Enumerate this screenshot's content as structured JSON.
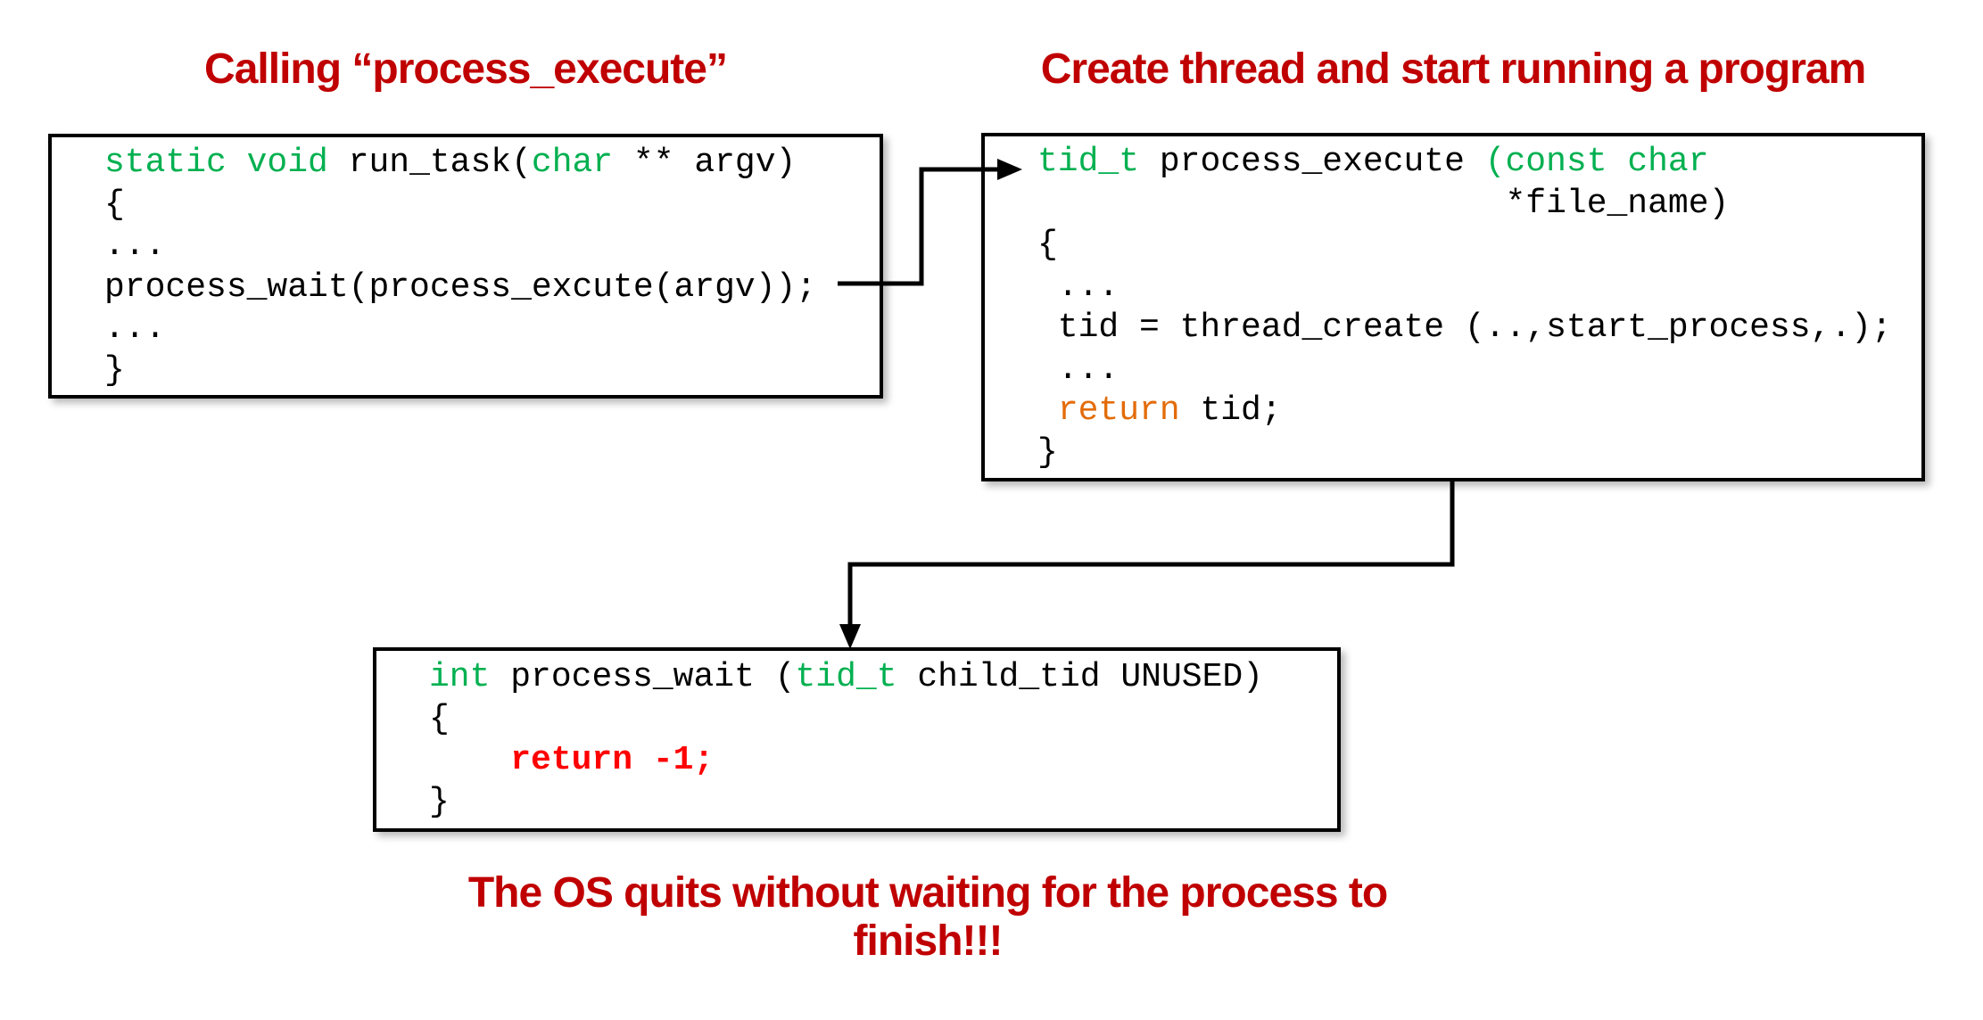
{
  "colors": {
    "k": "#000000",
    "green": "#00B050",
    "orange": "#E36C0A",
    "red": "#FF0000",
    "title": "#C00000",
    "arrow": "#000000"
  },
  "left_panel": {
    "title": "Calling “process_execute”",
    "code": [
      [
        {
          "t": "static void ",
          "c": "green"
        },
        {
          "t": "run_task(",
          "c": "k"
        },
        {
          "t": "char",
          "c": "green"
        },
        {
          "t": " ** argv)",
          "c": "k"
        }
      ],
      [
        {
          "t": "{",
          "c": "k"
        }
      ],
      [
        {
          "t": "...",
          "c": "k"
        }
      ],
      [
        {
          "t": "process_wait(process_excute(argv));",
          "c": "k"
        }
      ],
      [
        {
          "t": "...",
          "c": "k"
        }
      ],
      [
        {
          "t": "}",
          "c": "k"
        }
      ]
    ]
  },
  "right_panel": {
    "title": "Create thread and start running a program",
    "code": [
      [
        {
          "t": "tid_t",
          "c": "green"
        },
        {
          "t": " process_execute ",
          "c": "k"
        },
        {
          "t": "(const char",
          "c": "green"
        }
      ],
      [
        {
          "t": "                       *file_name)",
          "c": "k"
        }
      ],
      [
        {
          "t": "{",
          "c": "k"
        }
      ],
      [
        {
          "t": " ...",
          "c": "k"
        }
      ],
      [
        {
          "t": " tid = thread_create (..,start_process,.);",
          "c": "k"
        }
      ],
      [
        {
          "t": " ...",
          "c": "k"
        }
      ],
      [
        {
          "t": " ",
          "c": "k"
        },
        {
          "t": "return",
          "c": "orange"
        },
        {
          "t": " tid;",
          "c": "k"
        }
      ],
      [
        {
          "t": "}",
          "c": "k"
        }
      ]
    ]
  },
  "bottom_panel": {
    "code": [
      [
        {
          "t": "int",
          "c": "green"
        },
        {
          "t": " process_wait (",
          "c": "k"
        },
        {
          "t": "tid_t",
          "c": "green"
        },
        {
          "t": " child_tid UNUSED)",
          "c": "k"
        }
      ],
      [
        {
          "t": "{",
          "c": "k"
        }
      ],
      [
        {
          "t": "    ",
          "c": "k"
        },
        {
          "t": "return -1;",
          "c": "red",
          "b": true
        }
      ],
      [
        {
          "t": "}",
          "c": "k"
        }
      ]
    ]
  },
  "caption": {
    "line1": "The OS quits without waiting for the process to",
    "line2": "finish!!!"
  }
}
